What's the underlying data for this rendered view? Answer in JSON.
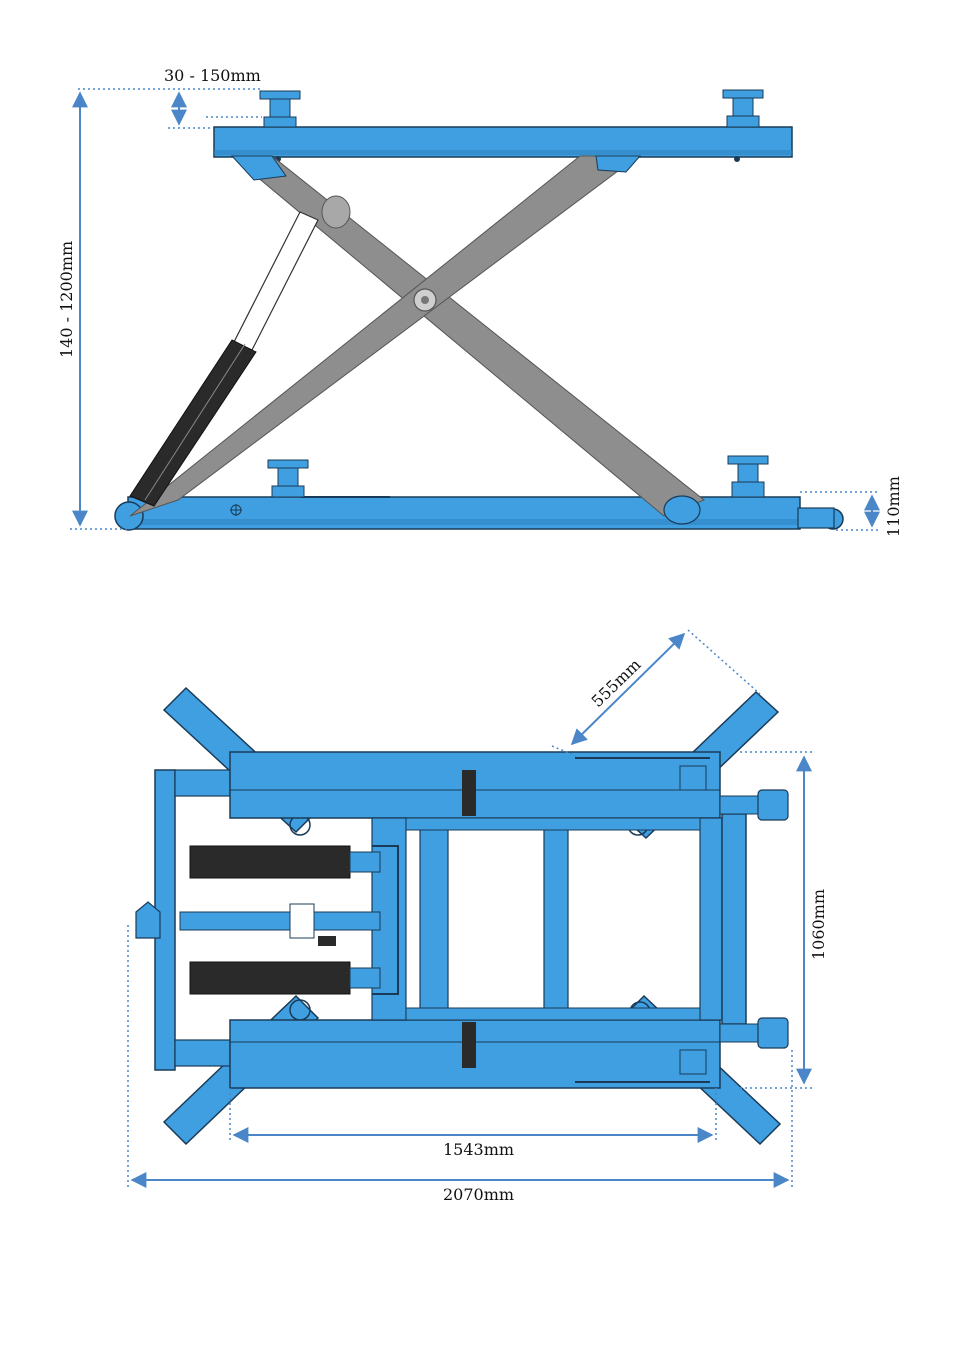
{
  "colors": {
    "frame_blue": "#3f9fe0",
    "frame_outline": "#1a3b57",
    "scissor_grey": "#8e8e8e",
    "cylinder_black": "#2a2a2a",
    "dimension_line": "#4a86c8",
    "guide_dotted": "#4a86c8"
  },
  "side_view": {
    "dim_pad_adjust": "30 - 150mm",
    "dim_height_range": "140 - 1200mm",
    "dim_base_height": "110mm"
  },
  "top_view": {
    "dim_arm_length": "555mm",
    "dim_width": "1060mm",
    "dim_inner_length": "1543mm",
    "dim_total_length": "2070mm"
  }
}
